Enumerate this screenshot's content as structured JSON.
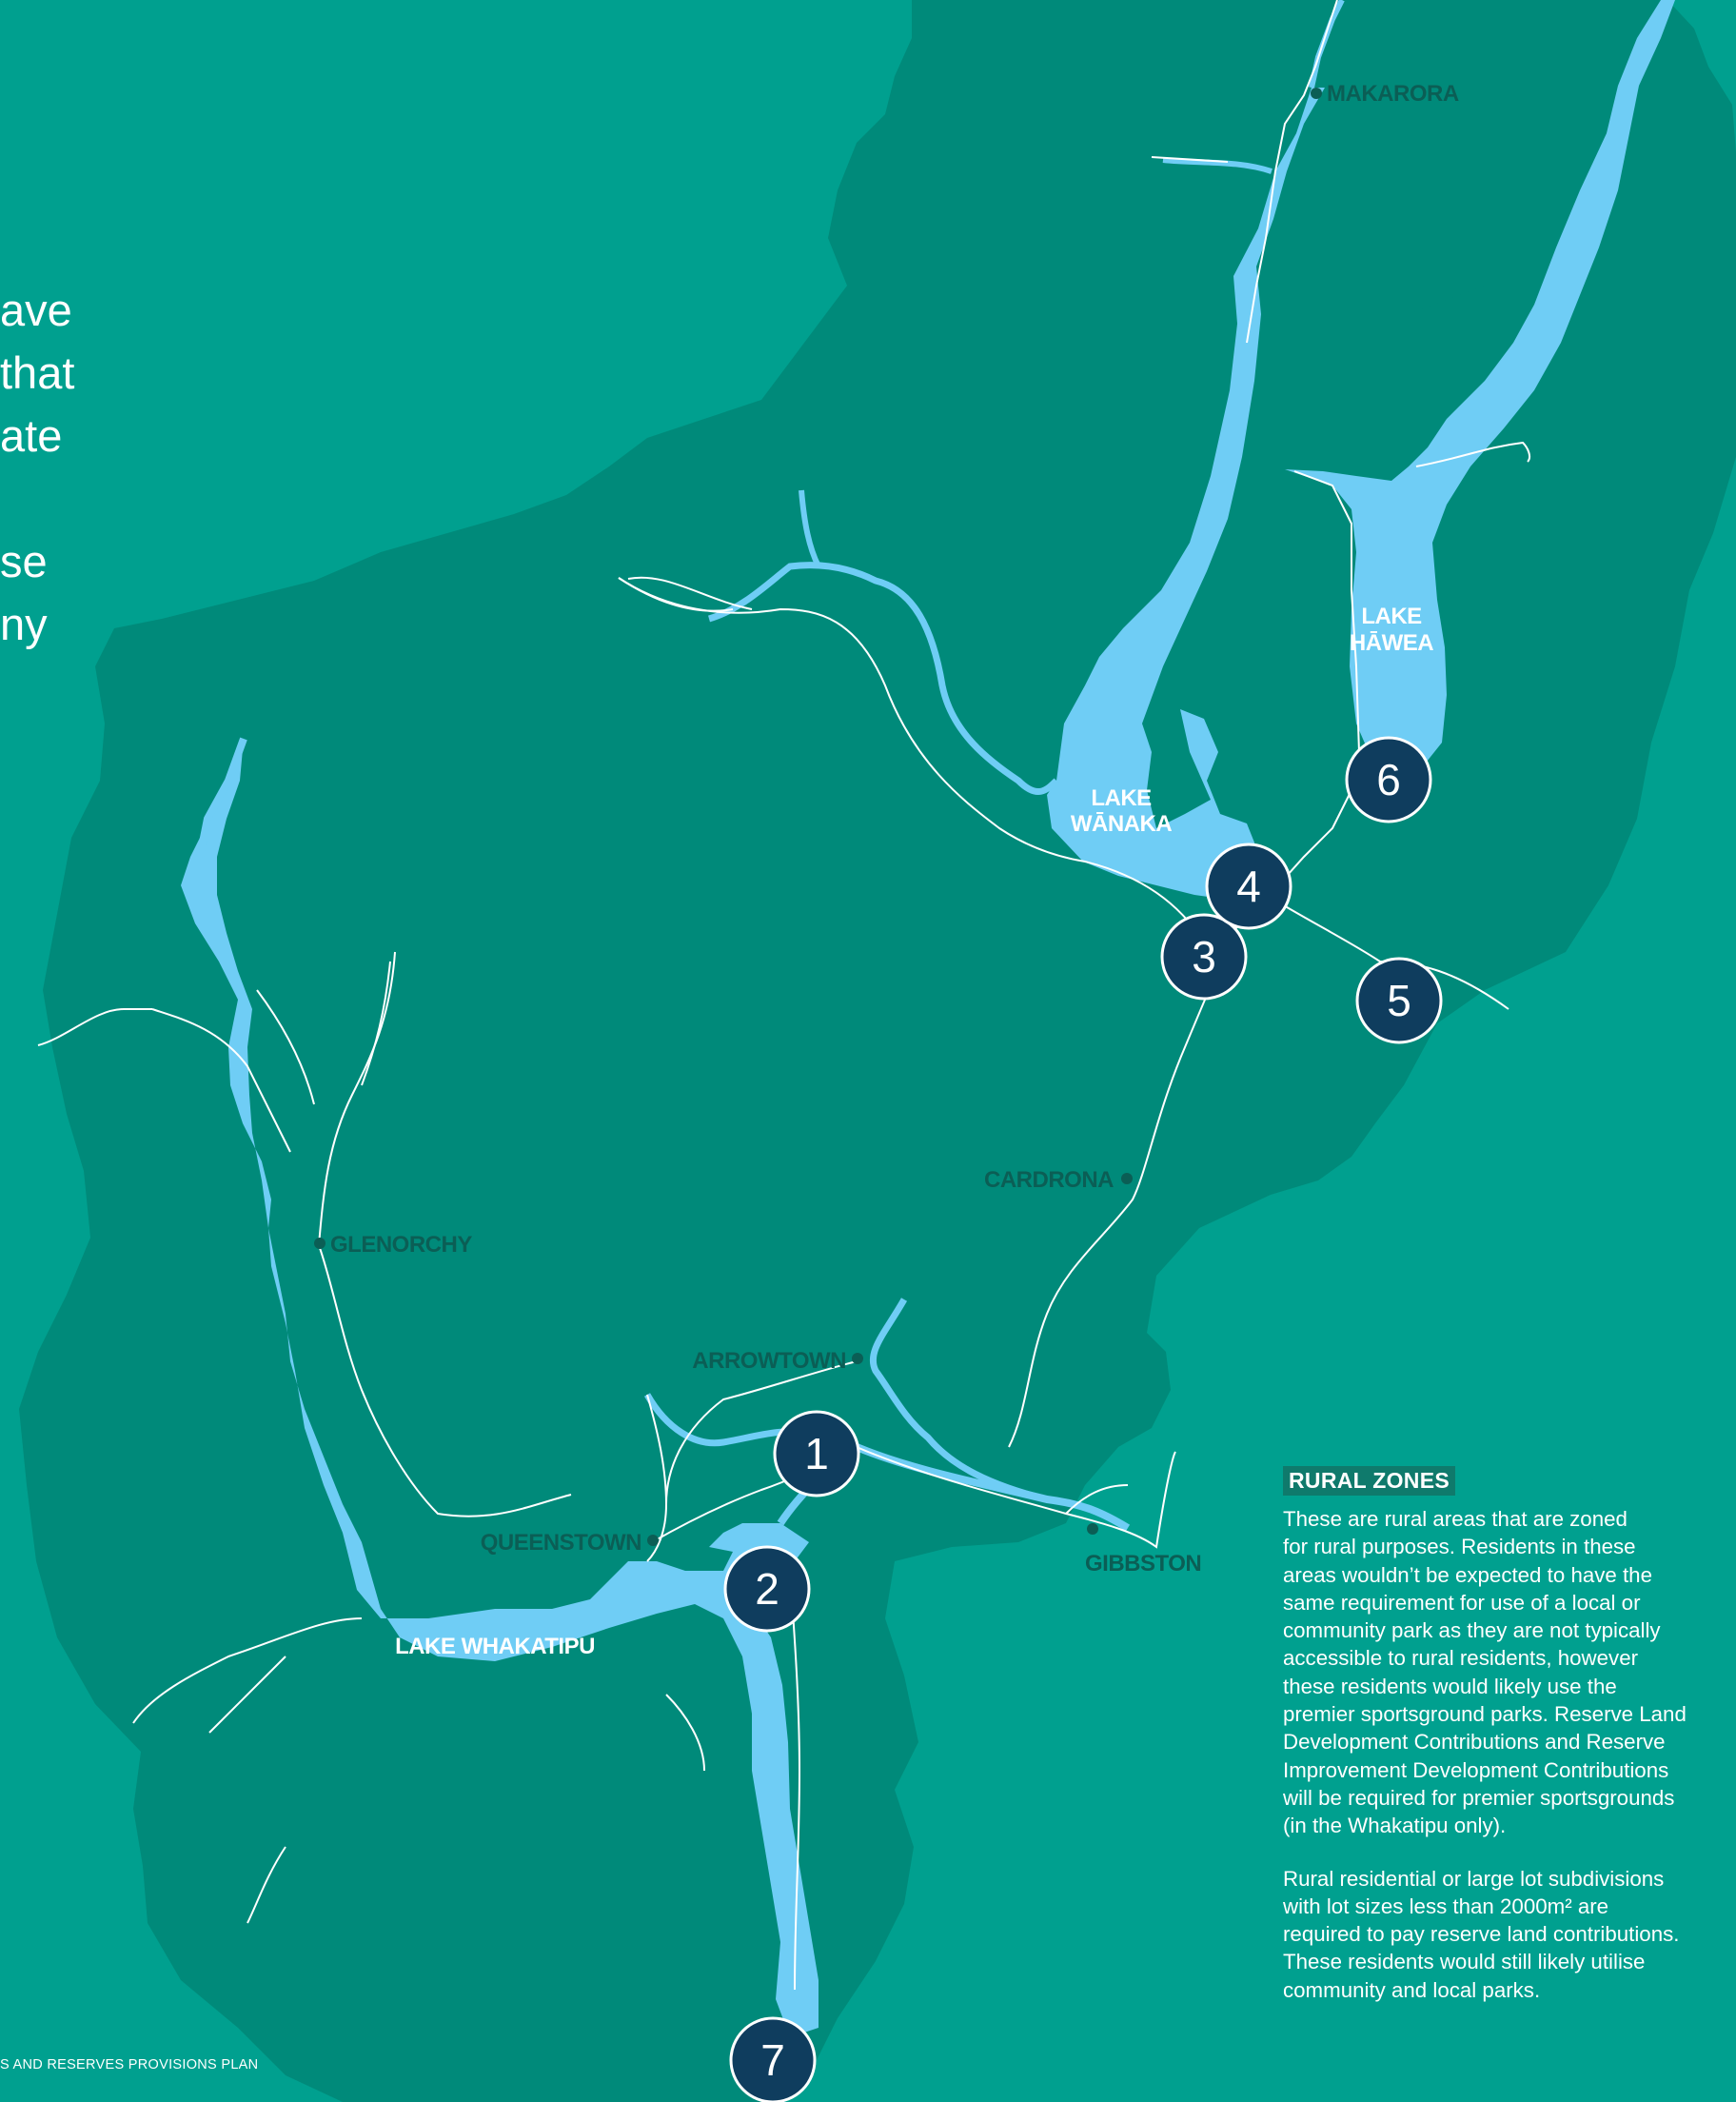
{
  "intro_fragments": [
    "ave",
    "that",
    "ate",
    "",
    "se",
    "ny"
  ],
  "places": {
    "makarora": "MAKARORA",
    "glenorchy": "GLENORCHY",
    "cardrona": "CARDRONA",
    "arrowtown": "ARROWTOWN",
    "queenstown": "QUEENSTOWN",
    "gibbston": "GIBBSTON"
  },
  "lakes": {
    "wanaka": [
      "LAKE",
      "WĀNAKA"
    ],
    "hawea": [
      "LAKE",
      "HĀWEA"
    ],
    "whakatipu": "LAKE WHAKATIPU"
  },
  "markers": [
    "1",
    "2",
    "3",
    "4",
    "5",
    "6",
    "7"
  ],
  "rural": {
    "heading": "RURAL ZONES",
    "para1": [
      "These are rural areas that are zoned",
      "for rural purposes. Residents in these",
      "areas wouldn’t be expected to have the",
      "same requirement for use of a local or",
      "community park as they are not typically",
      "accessible to rural residents, however",
      "these residents would likely use the",
      "premier sportsground parks. Reserve Land",
      "Development Contributions and Reserve",
      "Improvement Development Contributions",
      "will be required for premier sportsgrounds",
      "(in the Whakatipu only)."
    ],
    "para2": [
      "Rural residential or large lot subdivisions",
      "with lot sizes less than 2000m² are",
      "required to pay reserve land contributions.",
      "These residents would still likely utilise",
      "community and local parks."
    ]
  },
  "footer": "S AND RESERVES PROVISIONS PLAN",
  "colors": {
    "background": "#00a08f",
    "land": "#008a7a",
    "water": "#6fcdf5",
    "marker_fill": "#0f3d5e",
    "road": "#ffffff",
    "place_label": "#0b5e55"
  }
}
